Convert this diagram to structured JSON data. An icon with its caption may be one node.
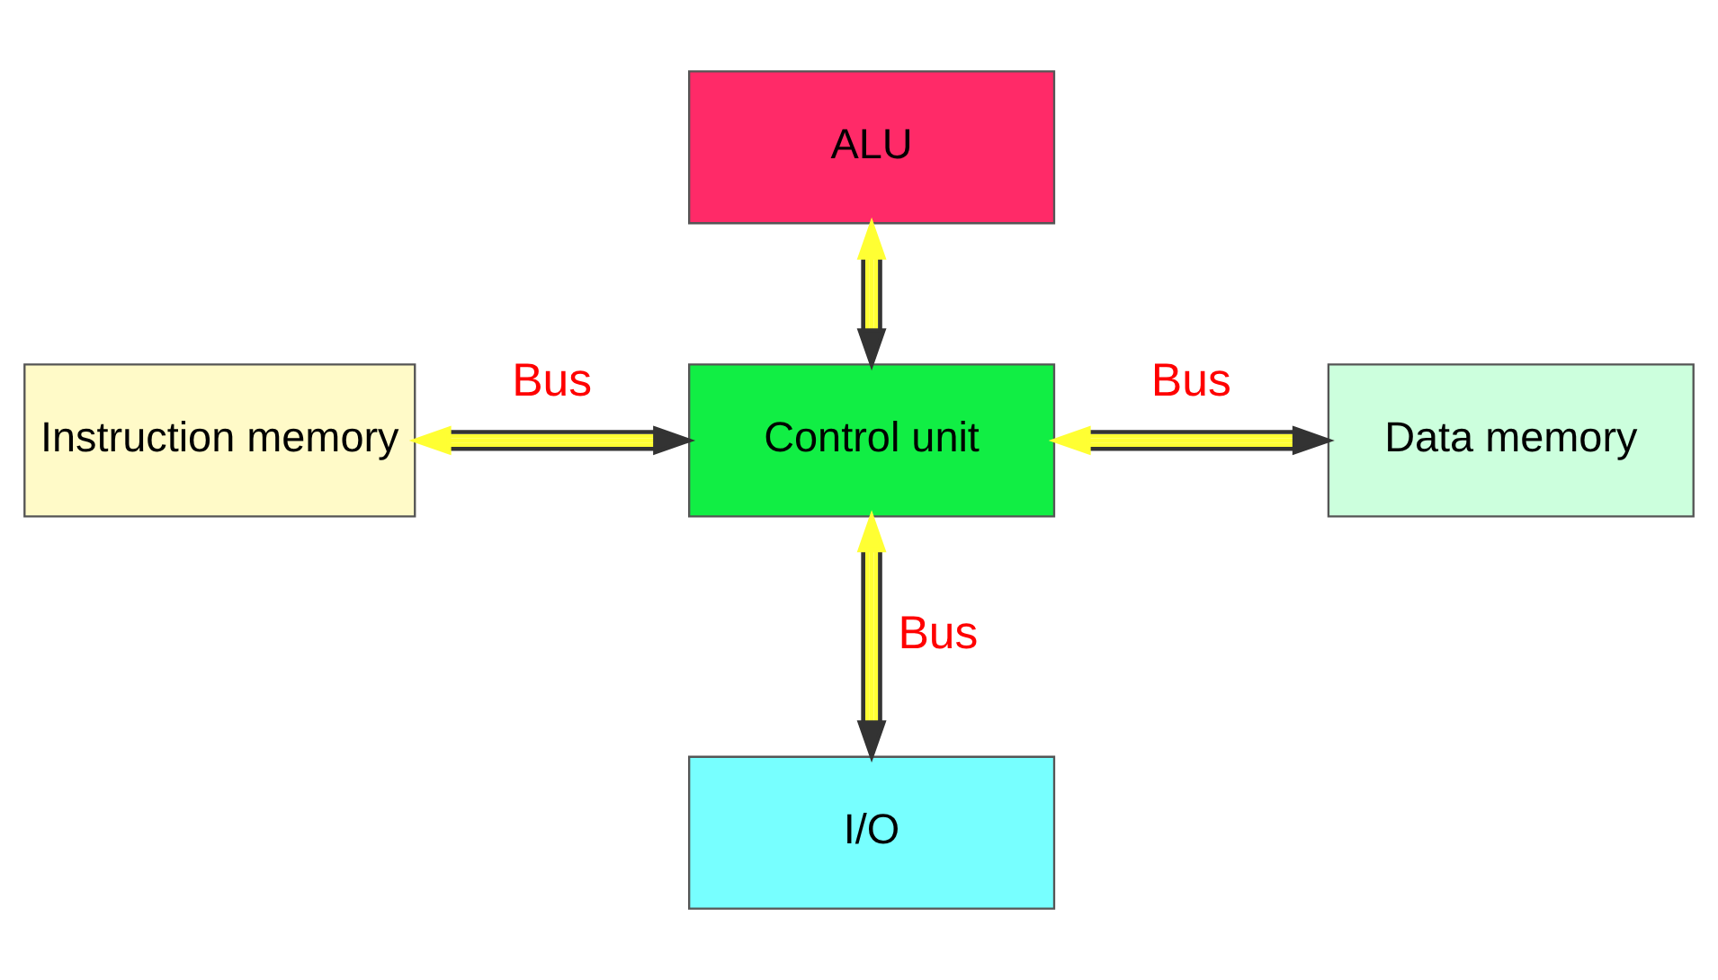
{
  "diagram": {
    "nodes": [
      {
        "text": [
          "ALU"
        ]
      },
      {
        "text": [
          "Instruction memory"
        ]
      },
      {
        "text": [
          "Control unit"
        ]
      },
      {
        "text": [
          "Data memory"
        ]
      },
      {
        "text": [
          "I/O"
        ]
      }
    ],
    "edges": [
      {
        "from": 0,
        "to": 2,
        "arrow": "both"
      },
      {
        "from": 1,
        "to": 2,
        "arrow": "both",
        "label": "Bus"
      },
      {
        "from": 2,
        "to": 3,
        "arrow": "both",
        "label": "Bus"
      },
      {
        "from": 2,
        "to": 4,
        "arrow": "both",
        "label": "Bus"
      }
    ]
  }
}
